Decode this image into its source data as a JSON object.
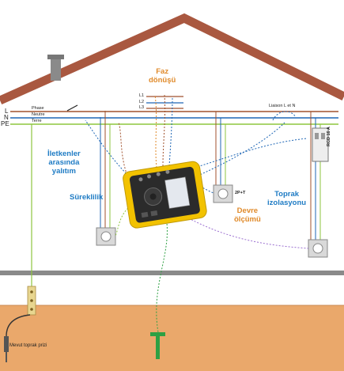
{
  "bus": {
    "l": "L",
    "n": "N",
    "pe": "PE",
    "phase": "Phase",
    "neutre": "Neutre",
    "terre": "Terre"
  },
  "phases": {
    "l1": "L1",
    "l2": "L2",
    "l3": "L3"
  },
  "labels": {
    "faz": "Faz\ndönüşü",
    "iletken": "İletkenler\narasında\nyalıtım",
    "sureklilik": "Süreklilik",
    "devre": "Devre\nölçümü",
    "toprak": "Toprak\nizolasyonu",
    "liaison": "Liaison L et N",
    "socket_2p": "2P+T",
    "rcd": "RCD 16 A",
    "mevut": "Mevut toprak prizi"
  },
  "colors": {
    "phase": "#a0522d",
    "neutral": "#1e66b5",
    "earth": "#8ec63f",
    "blue_label": "#1e7bc4",
    "orange_label": "#e08a2a",
    "ground": "#eaa86b",
    "roof": "#a95840"
  }
}
